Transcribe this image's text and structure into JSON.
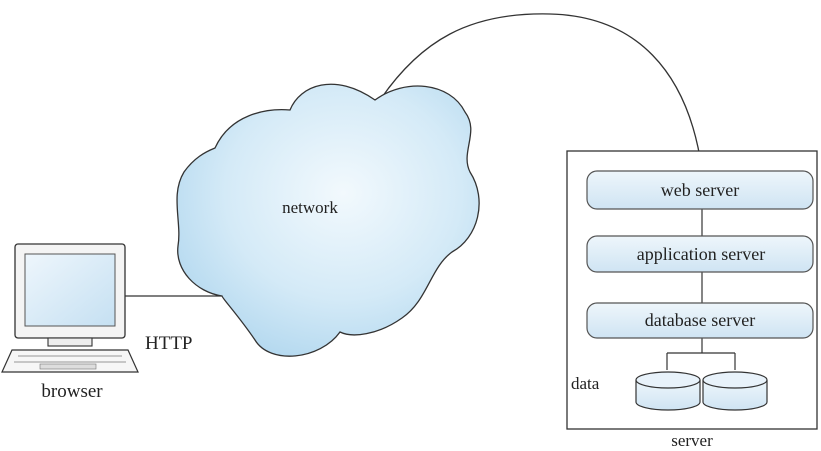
{
  "labels": {
    "network": "network",
    "http": "HTTP",
    "browser": "browser",
    "data": "data",
    "server": "server"
  },
  "server_stack": [
    "web server",
    "application server",
    "database server"
  ],
  "colors": {
    "cloud_light": "#e9f4fb",
    "cloud_dark": "#b6daf0",
    "box_fill": "#dcecf7",
    "screen": "#cfe4f3",
    "stroke": "#333333"
  }
}
